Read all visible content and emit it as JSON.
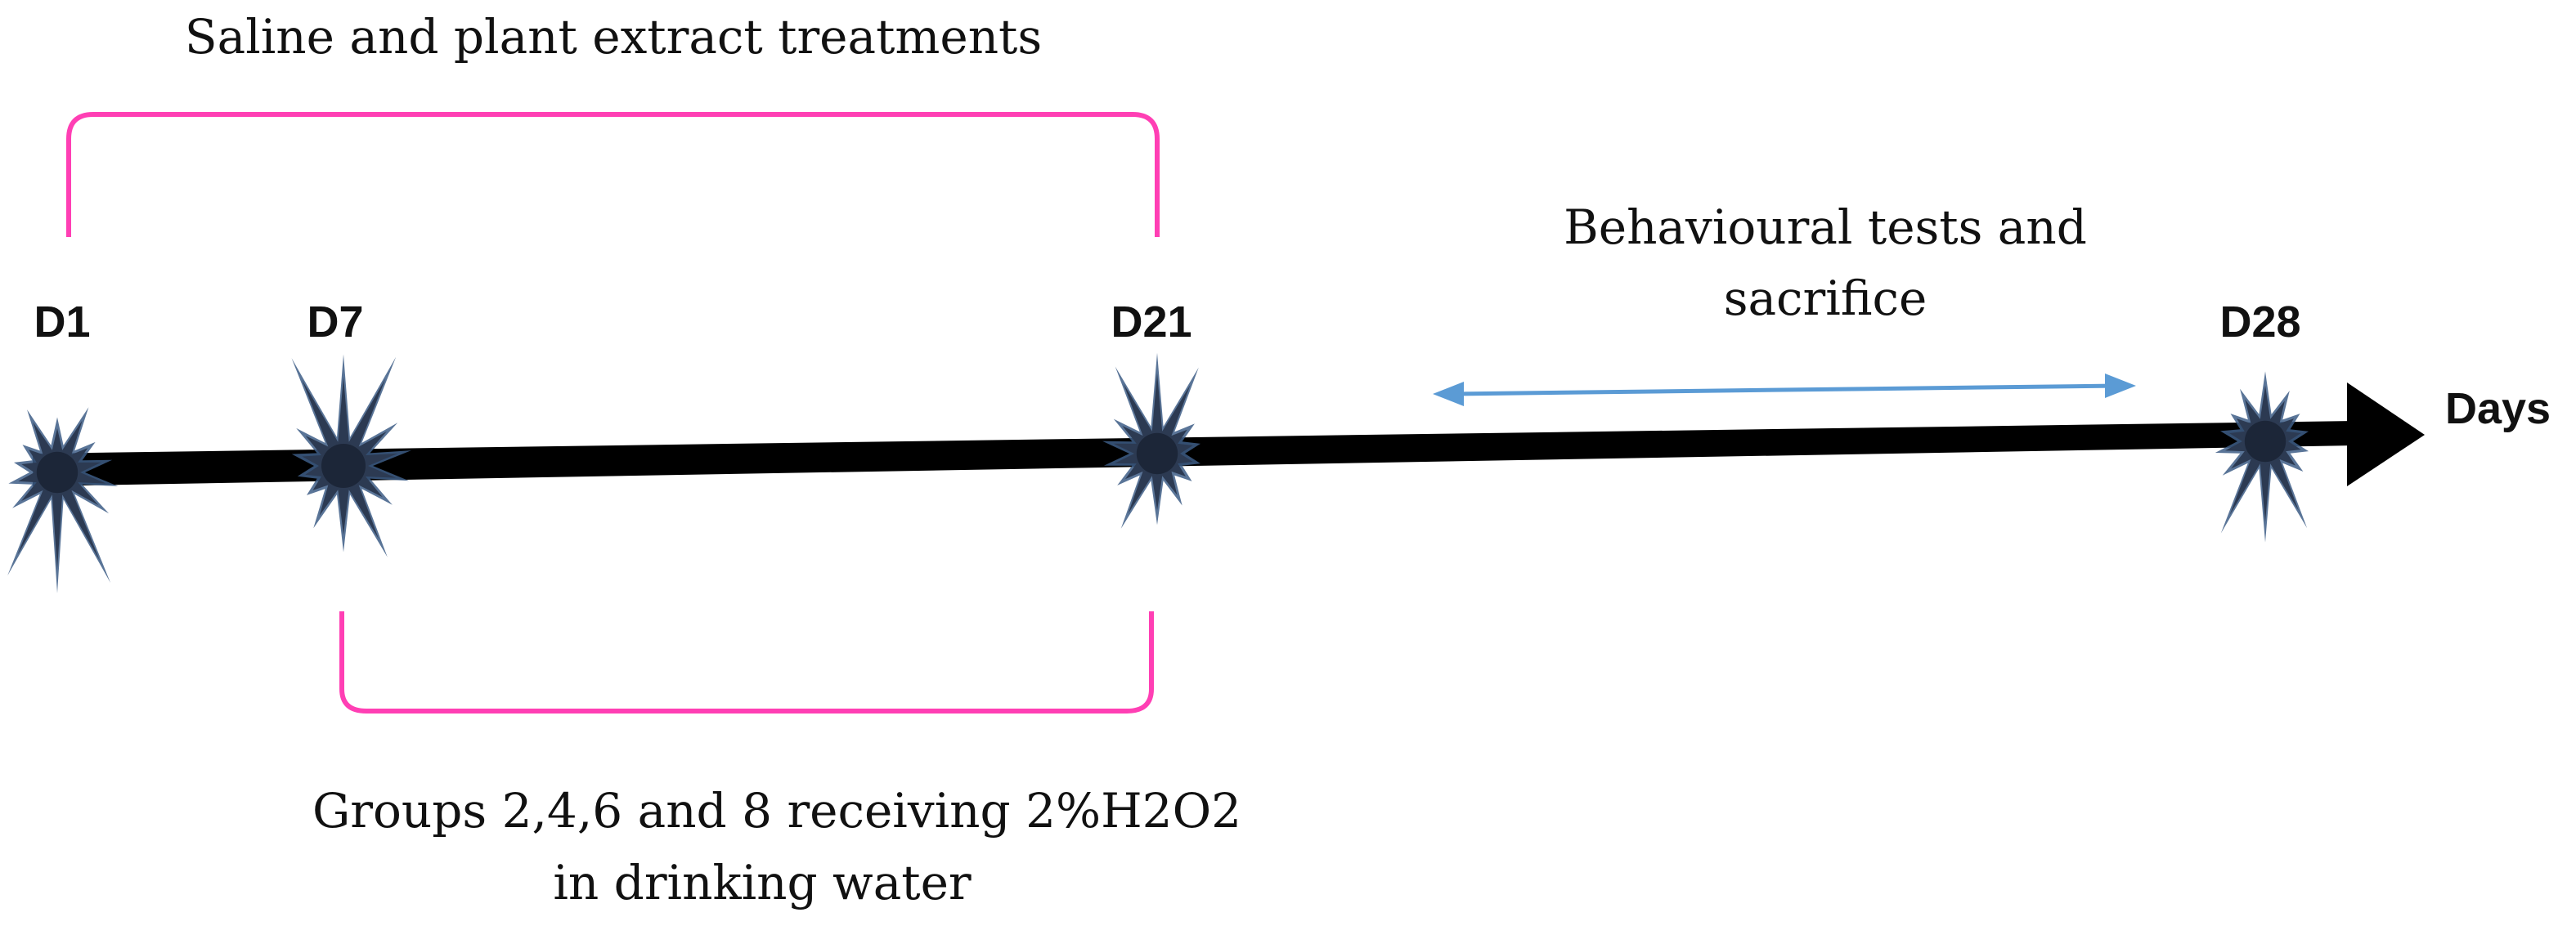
{
  "top_bracket": {
    "label": "Saline and plant extract treatments"
  },
  "bottom_bracket": {
    "label_line1": "Groups 2,4,6 and 8 receiving 2%H2O2",
    "label_line2": "in drinking water"
  },
  "behaviour": {
    "label_line1": "Behavioural tests and",
    "label_line2": "sacrifice"
  },
  "timeline": {
    "axis_label": "Days",
    "markers": [
      {
        "label": "D1"
      },
      {
        "label": "D7"
      },
      {
        "label": "D21"
      },
      {
        "label": "D28"
      }
    ]
  },
  "colors": {
    "bracket": "#ff3fb4",
    "double_arrow": "#5b9bd5",
    "timeline": "#000000",
    "marker_fill": "#2c3a52",
    "marker_glow": "#3d5d86"
  }
}
